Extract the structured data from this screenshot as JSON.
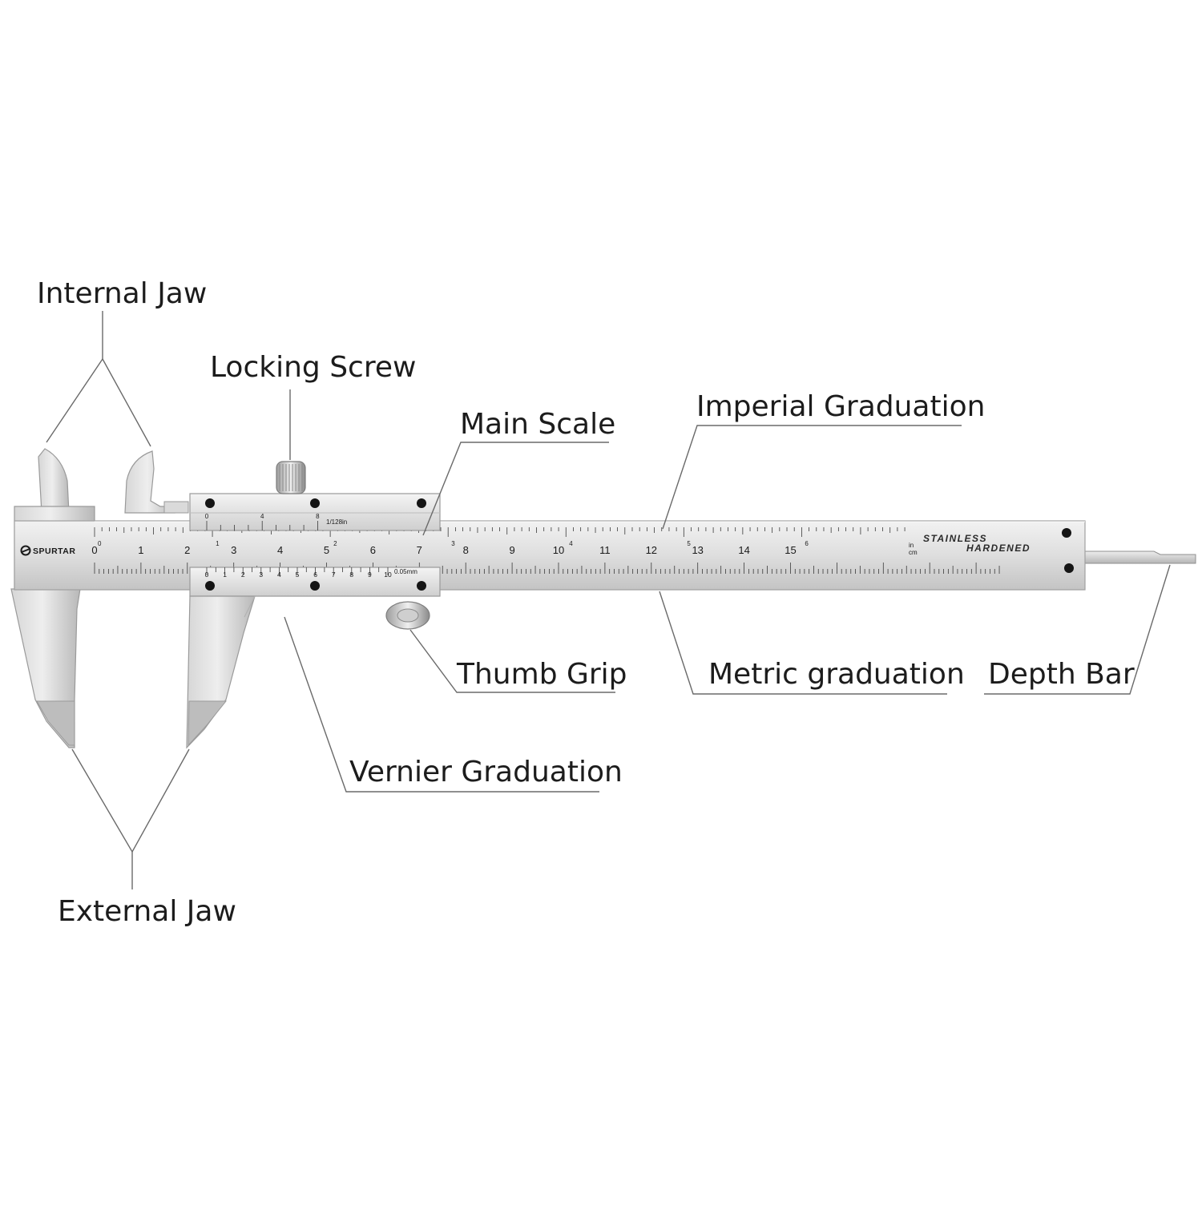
{
  "callouts": {
    "internal_jaw": "Internal Jaw",
    "locking_screw": "Locking Screw",
    "main_scale": "Main Scale",
    "imperial_graduation": "Imperial Graduation",
    "thumb_grip": "Thumb Grip",
    "metric_graduation": "Metric graduation",
    "depth_bar": "Depth Bar",
    "vernier_graduation": "Vernier Graduation",
    "external_jaw": "External Jaw"
  },
  "caliper": {
    "brand": "SPURTAR",
    "engraving_line1": "STAINLESS",
    "engraving_line2": "HARDENED",
    "unit_in": "in",
    "unit_cm": "cm",
    "imperial_vernier_label": "1/128in",
    "metric_vernier_label": "0.05mm",
    "cm_numbers": [
      "0",
      "1",
      "2",
      "3",
      "4",
      "5",
      "6",
      "7",
      "8",
      "9",
      "10",
      "11",
      "12",
      "13",
      "14",
      "15"
    ],
    "inch_numbers": [
      "0",
      "1",
      "2",
      "3",
      "4",
      "5",
      "6"
    ],
    "imperial_vernier_numbers": [
      "0",
      "4",
      "8"
    ],
    "metric_vernier_numbers": [
      "0",
      "1",
      "2",
      "3",
      "4",
      "5",
      "6",
      "7",
      "8",
      "9",
      "10"
    ]
  },
  "colors": {
    "steel_light": "#e6e6e6",
    "steel_mid": "#cfcfcf",
    "steel_dark": "#9a9a9a",
    "leader_line": "#6a6a6a",
    "text": "#1c1c1c"
  }
}
